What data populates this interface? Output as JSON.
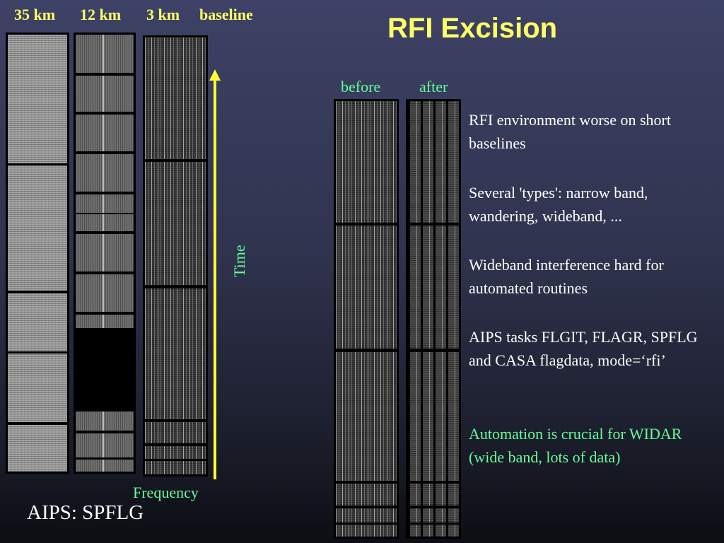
{
  "columns": {
    "km35": "35 km",
    "km12": "12 km",
    "km3": "3 km",
    "baseline": "baseline"
  },
  "title": "RFI Excision",
  "axes": {
    "time": "Time",
    "frequency": "Frequency"
  },
  "comparison": {
    "before": "before",
    "after": "after"
  },
  "bullets": [
    "RFI environment worse on short baselines",
    "Several 'types': narrow band, wandering, wideband, ...",
    "Wideband interference hard for automated routines",
    "AIPS tasks FLGIT, FLAGR, SPFLG and CASA flagdata, mode=‘rfi’"
  ],
  "highlight": "Automation is crucial for WIDAR (wide band, lots of data)",
  "footer": "AIPS: SPFLG",
  "colors": {
    "title": "#ffff66",
    "highlight": "#66ff99",
    "body_text": "#ffffff",
    "arrow": "#ffff33"
  }
}
